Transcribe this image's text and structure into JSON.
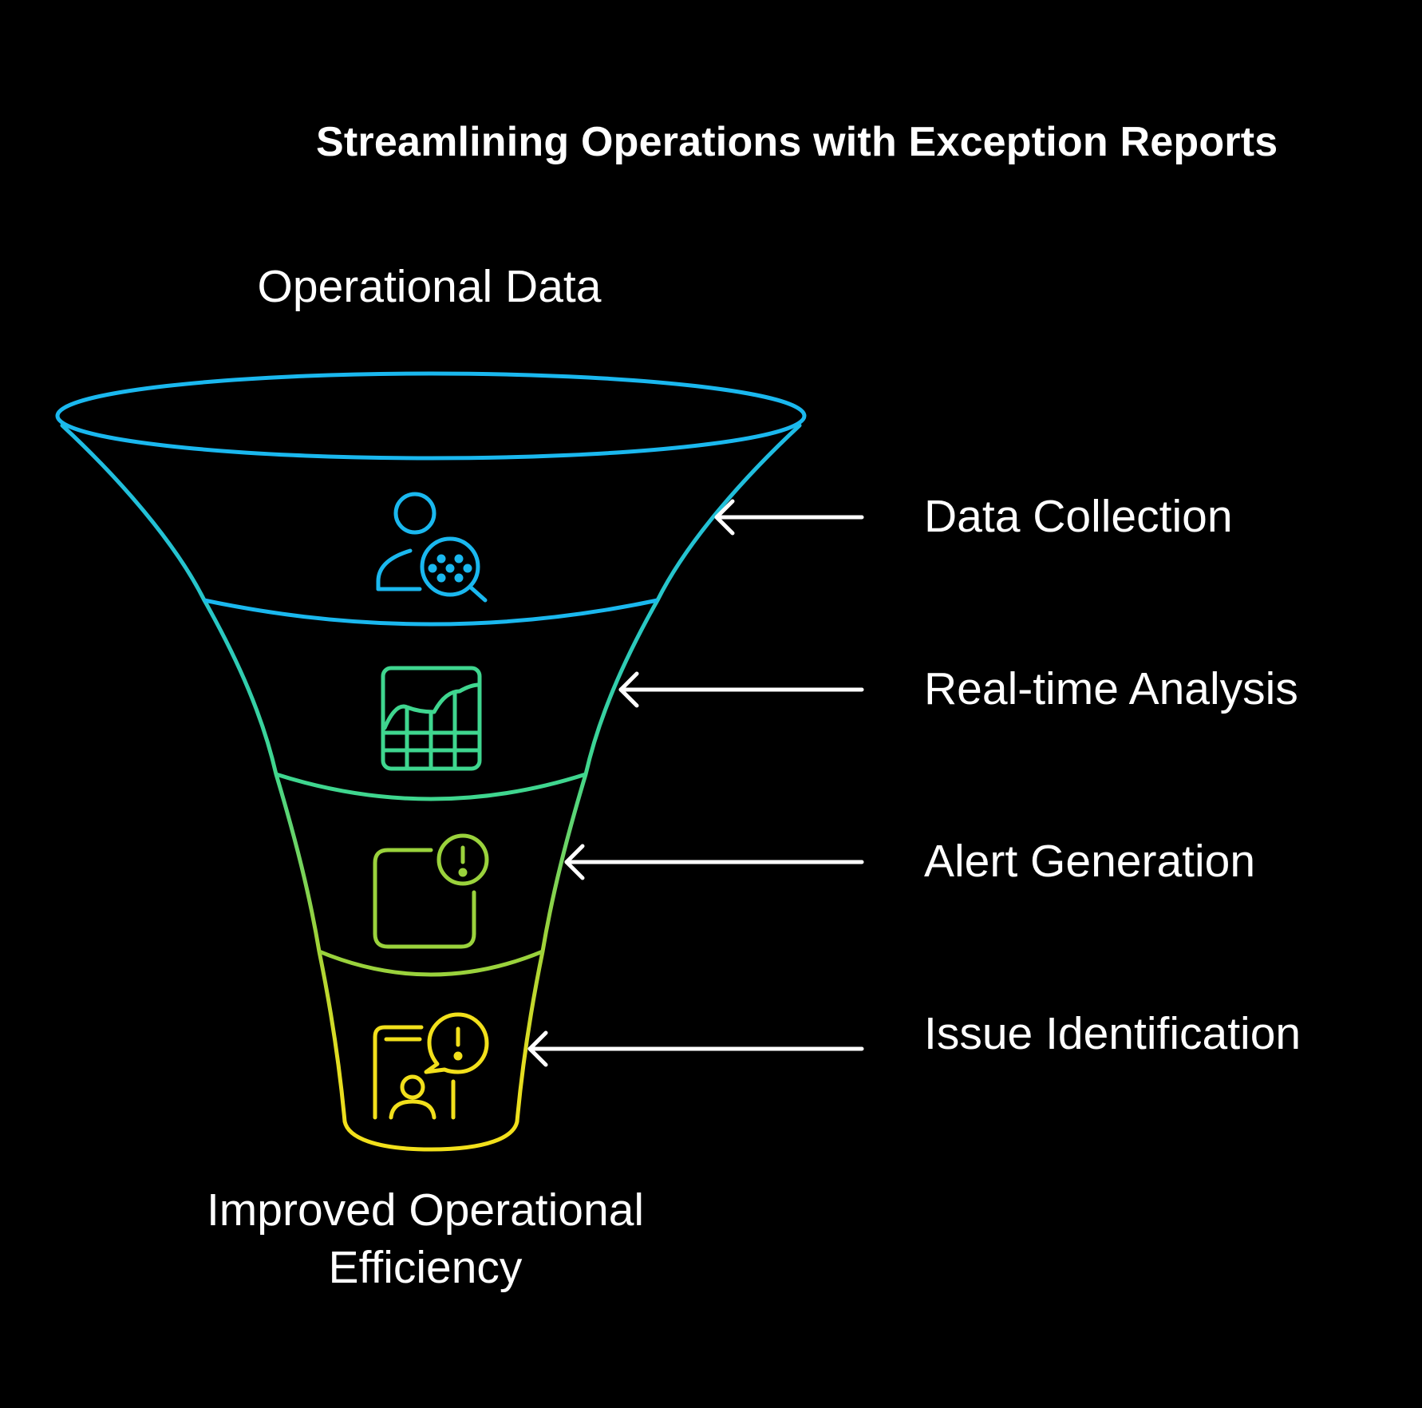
{
  "title": "Streamlining Operations with Exception Reports",
  "input_label": "Operational Data",
  "output_label": {
    "line1": "Improved Operational",
    "line2": "Efficiency"
  },
  "stages": [
    {
      "label": "Data Collection",
      "icon": "user-search-icon",
      "color": "#1ab8ef"
    },
    {
      "label": "Real-time Analysis",
      "icon": "chart-grid-icon",
      "color": "#3fd68f"
    },
    {
      "label": "Alert Generation",
      "icon": "alert-square-icon",
      "color": "#9ad23c"
    },
    {
      "label": "Issue Identification",
      "icon": "user-alert-icon",
      "color": "#f2e01b"
    }
  ],
  "colors": {
    "background": "#000000",
    "text": "#ffffff",
    "arrow": "#ffffff"
  }
}
